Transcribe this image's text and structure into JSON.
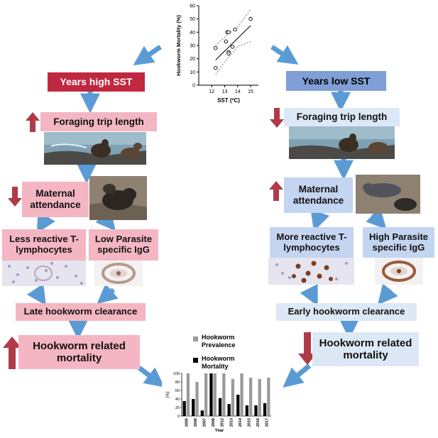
{
  "colors": {
    "high_sst": "#c0283f",
    "low_sst": "#7f9fd6",
    "pink_box": "#f4b6c2",
    "blue_box": "#c3d5f0",
    "arrow_blue": "#5b9bd5",
    "arrow_red": "#b03a48"
  },
  "left": {
    "header": "Years high SST",
    "foraging": "Foraging trip length",
    "maternal": "Maternal attendance",
    "lymph": "Less reactive T-lymphocytes",
    "igg": "Low Parasite specific IgG",
    "clearance": "Late hookworm clearance",
    "mortality": "Hookworm related mortality"
  },
  "right": {
    "header": "Years low SST",
    "foraging": "Foraging trip length",
    "maternal": "Maternal attendance",
    "lymph": "More reactive T-lymphocytes",
    "igg": "High Parasite specific IgG",
    "clearance": "Early hookworm clearance",
    "mortality": "Hookworm related mortality"
  },
  "icons": {
    "up": "arrow-up-icon",
    "down": "arrow-down-icon"
  },
  "chart_data": [
    {
      "type": "scatter",
      "xlabel": "SST (ºC)",
      "ylabel": "Hookworm Mortality (%)",
      "xlim": [
        11,
        15.6
      ],
      "ylim": [
        0,
        60
      ],
      "xticks": [
        "12",
        "13",
        "14",
        "15"
      ],
      "yticks": [
        "0",
        "10",
        "20",
        "30",
        "40",
        "50",
        "60"
      ],
      "points": [
        {
          "x": 12.3,
          "y": 13
        },
        {
          "x": 12.3,
          "y": 28
        },
        {
          "x": 13.1,
          "y": 33
        },
        {
          "x": 13.2,
          "y": 40
        },
        {
          "x": 13.3,
          "y": 40
        },
        {
          "x": 13.3,
          "y": 25
        },
        {
          "x": 13.3,
          "y": 24
        },
        {
          "x": 13.6,
          "y": 29
        },
        {
          "x": 13.8,
          "y": 42
        },
        {
          "x": 15.0,
          "y": 50
        }
      ],
      "fit": {
        "x": [
          12.3,
          15.0
        ],
        "y": [
          19,
          45
        ]
      },
      "ci_upper": {
        "x": [
          12.3,
          13.2,
          14.0,
          15.0
        ],
        "y": [
          30,
          38,
          44,
          57
        ]
      },
      "ci_lower": {
        "x": [
          12.3,
          13.2,
          14.0,
          15.0
        ],
        "y": [
          8,
          20,
          29,
          33
        ]
      }
    },
    {
      "type": "bar",
      "categories": [
        "2005",
        "2006",
        "2007",
        "2008",
        "2012",
        "2013",
        "2014",
        "2015",
        "2016",
        "2017"
      ],
      "series": [
        {
          "name": "Hookworm Prevalence",
          "color": "#9a9a9a",
          "values": [
            100,
            80,
            100,
            100,
            100,
            87,
            100,
            90,
            87,
            90
          ]
        },
        {
          "name": "Hookworm Mortality",
          "color": "#000000",
          "values": [
            35,
            40,
            13,
            100,
            42,
            28,
            50,
            25,
            25,
            30
          ]
        }
      ],
      "ylabel": "(%)",
      "xlabel": "Year",
      "ylim": [
        0,
        100
      ],
      "yticks": [
        "0",
        "20",
        "40",
        "60",
        "80",
        "100"
      ],
      "legend": "top"
    }
  ]
}
